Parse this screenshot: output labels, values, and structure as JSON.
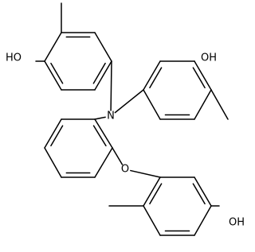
{
  "molecule": {
    "atoms": {
      "n_center": "N",
      "o_ether": "O",
      "oh_top_left": "HO",
      "oh_top_right": "OH",
      "oh_bottom_right": "OH"
    },
    "colors": {
      "bond": "#000000",
      "label": "#000000",
      "background": "#ffffff"
    }
  }
}
